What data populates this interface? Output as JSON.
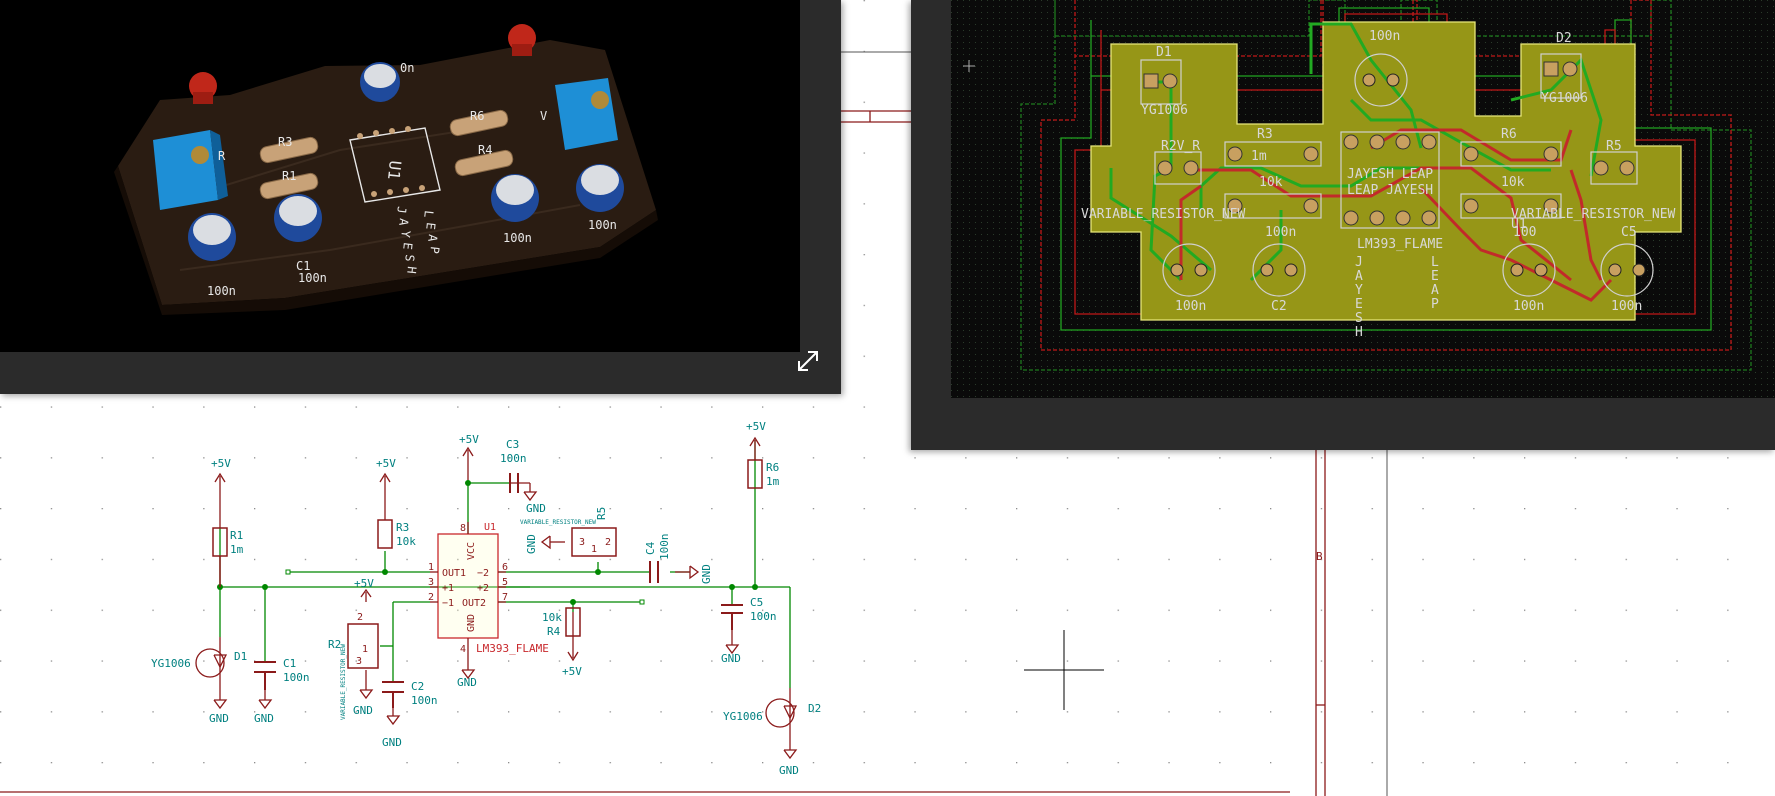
{
  "view3d": {
    "board_labels": {
      "r3": "R3",
      "r1": "R1",
      "r6": "R6",
      "r4": "R4",
      "u1": "U1",
      "c1": "C1",
      "c1_val": "100n",
      "cap_left": "100n",
      "cap_mid": "100n",
      "cap_right": "100n",
      "cap_top_val": "0n",
      "silk_jayesh": [
        "J",
        "A",
        "Y",
        "E",
        "S",
        "H"
      ],
      "silk_leap": [
        "L",
        "E",
        "A",
        "P"
      ],
      "pot_left": "R",
      "pot_right": "V"
    }
  },
  "pcb": {
    "labels": {
      "d1": "D1",
      "d2": "D2",
      "d1_val": "YG1006",
      "d2_val": "YG1006",
      "r2": "R2V_R",
      "r3": "R3",
      "r3_val": "10k",
      "r1_val": "1m",
      "r5": "R5",
      "r4_val": "10k",
      "r6": "R6",
      "var_left": "VARIABLE_RESISTOR_NEW",
      "var_right": "VARIABLE_RESISTOR_NEW",
      "u1_val": "LM393_FLAME",
      "u1_ref": "U1",
      "c2": "C2",
      "c5": "C5",
      "c1_val": "100n",
      "c2_val": "100n",
      "c4_val": "100n",
      "c5_val": "100n",
      "c_mid": "100",
      "silk_jayesh": [
        "J",
        "A",
        "Y",
        "E",
        "S",
        "H"
      ],
      "silk_leap": [
        "L",
        "E",
        "A",
        "P"
      ],
      "top_cap": "100n",
      "mirror_a": "JAYESH LEAP",
      "mirror_b": "LEAP JAYESH"
    }
  },
  "schematic": {
    "pwr": "+5V",
    "gnd": "GND",
    "r1": "R1",
    "r1_val": "1m",
    "r3": "R3",
    "r3_val": "10k",
    "r6": "R6",
    "r6_val": "1m",
    "r4": "R4",
    "r4_val": "10k",
    "r2": "R2",
    "r5": "R5",
    "var_res": "VARIABLE_RESISTOR_NEW",
    "c1": "C1",
    "c1_val": "100n",
    "c2": "C2",
    "c2_val": "100n",
    "c3": "C3",
    "c3_val": "100n",
    "c4": "C4",
    "c4_val": "100n",
    "c5": "C5",
    "c5_val": "100n",
    "d1": "D1",
    "d2": "D2",
    "d_val": "YG1006",
    "u1": "U1",
    "u1_val": "LM393_FLAME",
    "pin_vcc": "VCC",
    "pin_gnd": "GND",
    "pin_out1": "OUT1",
    "pin_out2": "OUT2",
    "pin_p1": "+1",
    "pin_m1": "−1",
    "pin_p2": "+2",
    "pin_m2": "−2",
    "pin_n": [
      "1",
      "2",
      "3",
      "4",
      "5",
      "6",
      "7",
      "8"
    ],
    "pot_pins": [
      "1",
      "2",
      "3"
    ],
    "sheet_b": "B"
  }
}
